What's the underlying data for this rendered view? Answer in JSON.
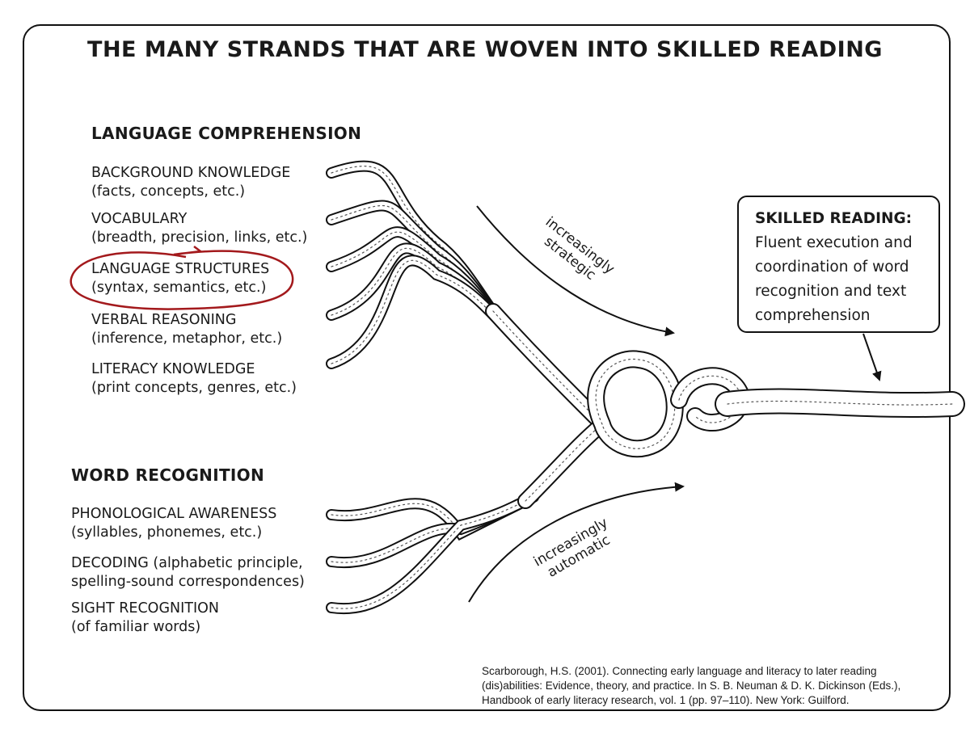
{
  "title": "THE MANY STRANDS THAT ARE WOVEN INTO SKILLED READING",
  "language_comprehension": {
    "heading": "LANGUAGE COMPREHENSION",
    "items": [
      {
        "label": "BACKGROUND KNOWLEDGE",
        "detail": "(facts, concepts, etc.)"
      },
      {
        "label": "VOCABULARY",
        "detail": "(breadth, precision, links, etc.)"
      },
      {
        "label": "LANGUAGE STRUCTURES",
        "detail": "(syntax, semantics, etc.)"
      },
      {
        "label": "VERBAL REASONING",
        "detail": "(inference, metaphor, etc.)"
      },
      {
        "label": "LITERACY KNOWLEDGE",
        "detail": "(print concepts, genres, etc.)"
      }
    ]
  },
  "word_recognition": {
    "heading": "WORD RECOGNITION",
    "items": [
      {
        "label": "PHONOLOGICAL AWARENESS",
        "detail": "(syllables, phonemes, etc.)"
      },
      {
        "label": "DECODING",
        "detail_inline": " (alphabetic principle,",
        "detail": "spelling-sound correspondences)"
      },
      {
        "label": "SIGHT RECOGNITION",
        "detail": "(of familiar words)"
      }
    ]
  },
  "arrows": {
    "strategic": [
      "increasingly",
      "strategic"
    ],
    "automatic": [
      "increasingly",
      "automatic"
    ]
  },
  "skilled_reading": {
    "title": "SKILLED READING:",
    "lines": [
      "Fluent execution and",
      "coordination of word",
      "recognition and text",
      "comprehension"
    ]
  },
  "citation": [
    "Scarborough, H.S. (2001). Connecting early language and literacy to later reading",
    "(dis)abilities: Evidence, theory, and practice. In S. B. Neuman & D. K. Dickinson (Eds.),",
    "Handbook of early literacy research, vol. 1 (pp. 97–110). New York: Guilford."
  ],
  "colors": {
    "highlight": "#a3191c",
    "ink": "#111111"
  }
}
